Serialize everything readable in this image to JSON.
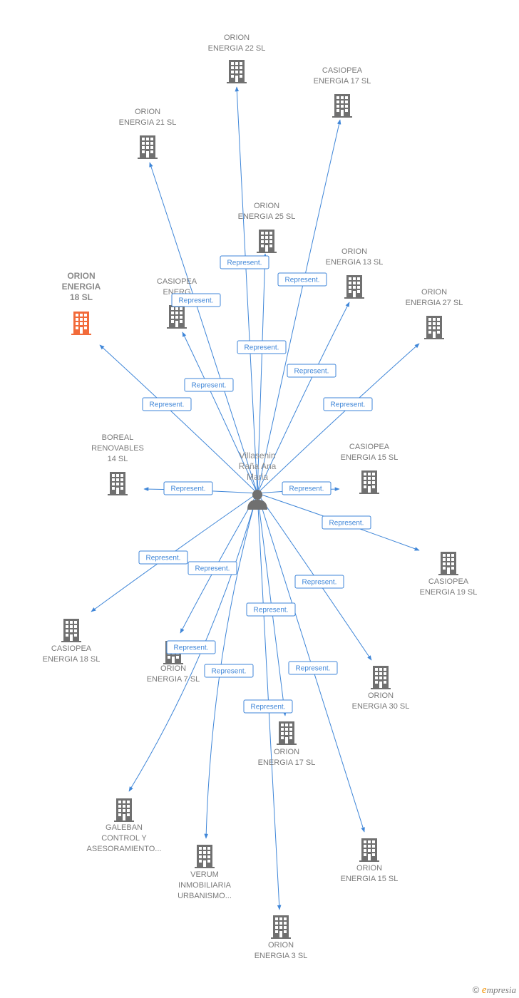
{
  "center": {
    "name_lines": [
      "Villasenin",
      "Raña Ana",
      "Maria"
    ]
  },
  "edge_label": "Represent.",
  "colors": {
    "edge": "#3f86d8",
    "building": "#707070",
    "highlight": "#f26b3a",
    "person": "#707070"
  },
  "nodes": [
    {
      "id": "orion-energia-22",
      "lines": [
        "ORION",
        "ENERGIA 22 SL"
      ]
    },
    {
      "id": "casiopea-energia-17",
      "lines": [
        "CASIOPEA",
        "ENERGIA 17 SL"
      ]
    },
    {
      "id": "orion-energia-21",
      "lines": [
        "ORION",
        "ENERGIA 21 SL"
      ]
    },
    {
      "id": "orion-energia-25",
      "lines": [
        "ORION",
        "ENERGIA 25 SL"
      ]
    },
    {
      "id": "orion-energia-13",
      "lines": [
        "ORION",
        "ENERGIA 13 SL"
      ]
    },
    {
      "id": "orion-energia-18",
      "lines": [
        "ORION",
        "ENERGIA",
        "18 SL"
      ],
      "highlight": true
    },
    {
      "id": "casiopea-hidden",
      "lines": [
        "CASIOPEA",
        "ENERG"
      ]
    },
    {
      "id": "orion-energia-27",
      "lines": [
        "ORION",
        "ENERGIA 27 SL"
      ]
    },
    {
      "id": "boreal-renovables-14",
      "lines": [
        "BOREAL",
        "RENOVABLES",
        "14 SL"
      ]
    },
    {
      "id": "casiopea-energia-15",
      "lines": [
        "CASIOPEA",
        "ENERGIA 15 SL"
      ]
    },
    {
      "id": "casiopea-energia-19",
      "lines": [
        "CASIOPEA",
        "ENERGIA 19 SL"
      ]
    },
    {
      "id": "casiopea-energia-18",
      "lines": [
        "CASIOPEA",
        "ENERGIA 18 SL"
      ]
    },
    {
      "id": "orion-energia-7",
      "lines": [
        "ORION",
        "ENERGIA 7 SL"
      ]
    },
    {
      "id": "orion-energia-30",
      "lines": [
        "ORION",
        "ENERGIA 30 SL"
      ]
    },
    {
      "id": "orion-energia-17",
      "lines": [
        "ORION",
        "ENERGIA 17 SL"
      ]
    },
    {
      "id": "galeban-control",
      "lines": [
        "GALEBAN",
        "CONTROL Y",
        "ASESORAMIENTO..."
      ]
    },
    {
      "id": "verum-inmobiliaria",
      "lines": [
        "VERUM",
        "INMOBILIARIA",
        "URBANISMO..."
      ]
    },
    {
      "id": "orion-energia-15",
      "lines": [
        "ORION",
        "ENERGIA 15 SL"
      ]
    },
    {
      "id": "orion-energia-3",
      "lines": [
        "ORION",
        "ENERGIA 3 SL"
      ]
    }
  ],
  "footer": {
    "copyright": "©",
    "brand_initial": "e",
    "brand_rest": "mpresia"
  }
}
